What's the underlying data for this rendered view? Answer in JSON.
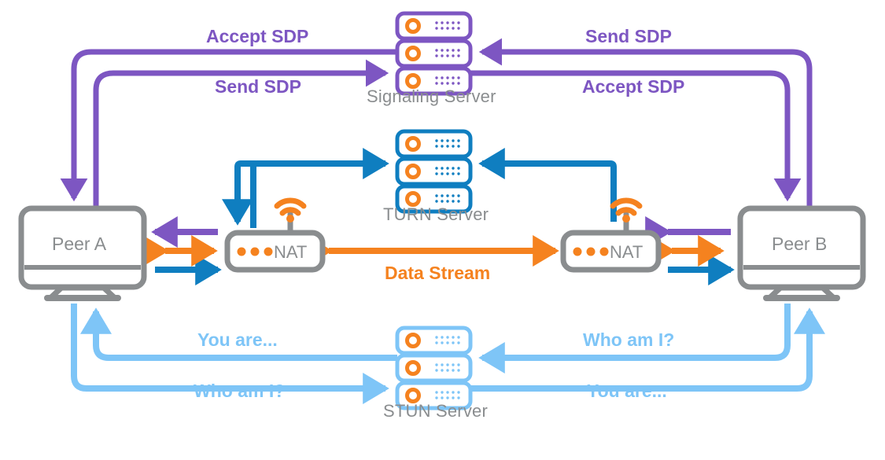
{
  "diagram": {
    "title": "WebRTC signaling, STUN, TURN and NAT traversal diagram",
    "background": "#ffffff"
  },
  "colors": {
    "purple": "#7d56c2",
    "orange": "#f5821f",
    "dark_blue": "#0f7ec0",
    "light_blue": "#7ec5f7",
    "gray": "#8a8d8f"
  },
  "nodes": {
    "peer_a": {
      "label": "Peer A",
      "icon": "monitor-icon"
    },
    "peer_b": {
      "label": "Peer B",
      "icon": "monitor-icon"
    },
    "nat_a": {
      "label": "NAT",
      "icon": "router-icon"
    },
    "nat_b": {
      "label": "NAT",
      "icon": "router-icon"
    },
    "signaling_server": {
      "label": "Signaling Server",
      "icon": "server-icon",
      "accent": "#7d56c2"
    },
    "turn_server": {
      "label": "TURN Server",
      "icon": "server-icon",
      "accent": "#0f7ec0"
    },
    "stun_server": {
      "label": "STUN Server",
      "icon": "server-icon",
      "accent": "#7ec5f7"
    }
  },
  "edge_labels": {
    "accept_sdp_left": "Accept SDP",
    "send_sdp_left": "Send SDP",
    "send_sdp_right": "Send SDP",
    "accept_sdp_right": "Accept SDP",
    "data_stream": "Data Stream",
    "you_are_left": "You are...",
    "who_am_i_left": "Who am I?",
    "who_am_i_right": "Who am I?",
    "you_are_right": "You are..."
  }
}
